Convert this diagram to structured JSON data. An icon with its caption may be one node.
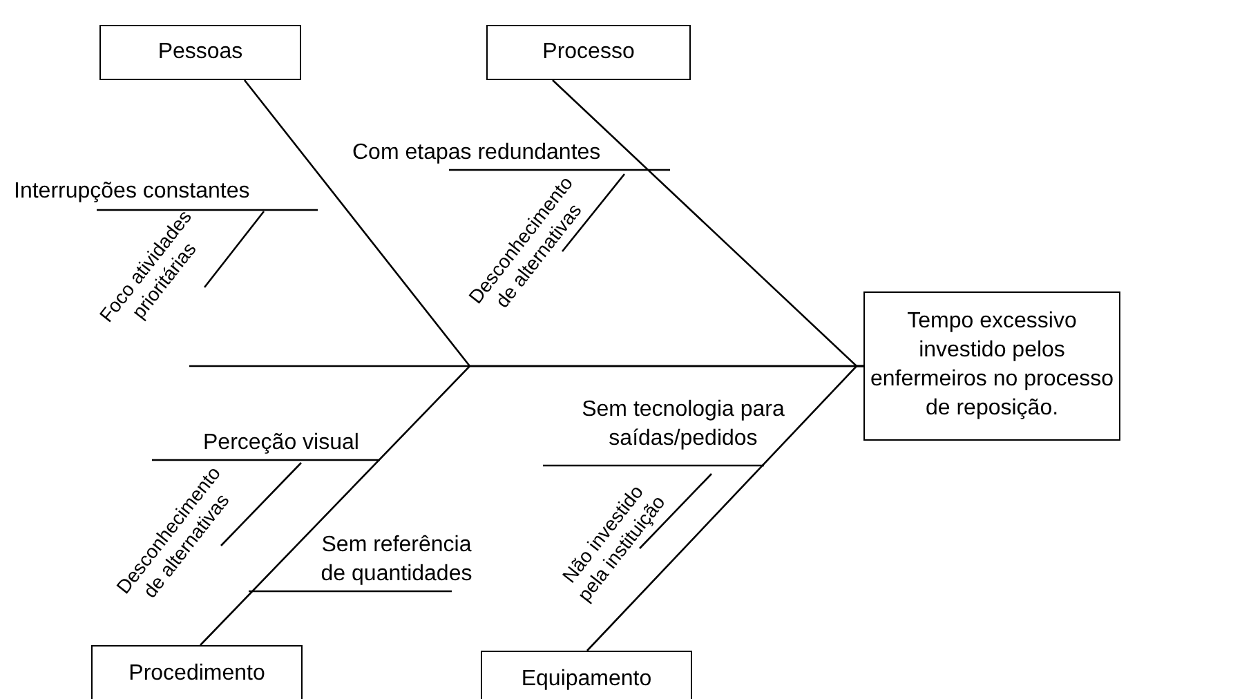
{
  "diagram": {
    "nodes": [
      {
        "text": [
          "Pessoas"
        ]
      },
      {
        "text": [
          "Processo"
        ]
      },
      {
        "text": [
          "Tempo excessivo investido pelos enfermeiros no processo de reposição."
        ]
      },
      {
        "text": [
          "Procedimento"
        ]
      },
      {
        "text": [
          "Equipamento"
        ]
      }
    ],
    "edges": [
      {
        "from": 0,
        "to": 2,
        "arrow": "none"
      },
      {
        "from": 1,
        "to": 2,
        "arrow": "none"
      },
      {
        "from": 3,
        "to": 2,
        "arrow": "none"
      },
      {
        "from": 4,
        "to": 2,
        "arrow": "none"
      }
    ],
    "labels": [
      "Interrupções constantes",
      "Foco atividades prioritárias",
      "Com etapas redundantes",
      "Desconhecimento de alternativas",
      "Perceção visual",
      "Desconhecimento de alternativas",
      "Sem referência de quantidades",
      "Sem tecnologia para saídas/pedidos",
      "Não investido pela instituição"
    ]
  }
}
